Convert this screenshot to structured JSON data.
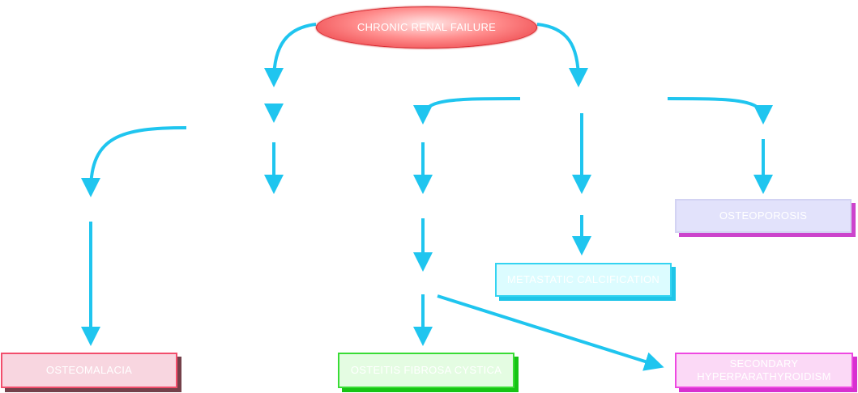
{
  "diagram": {
    "root": {
      "label": "CHRONIC RENAL FAILURE"
    },
    "nodes": {
      "osteoporosis": "OSTEOPOROSIS",
      "metastatic_calcification": "METASTATIC CALCIFICATION",
      "osteomalacia": "OSTEOMALACIA",
      "osteitis_fibrosa_cystica": "OSTEITIS FIBROSA CYSTICA",
      "secondary_hyperparathyroidism": "SECONDARY HYPERPARATHYROIDISM"
    },
    "colors": {
      "arrow": "#1fc5ef",
      "root_fill": "#ff8c8c",
      "osteoporosis": "#e2e2fb",
      "metastatic": "#dcfcff",
      "osteomalacia": "#f8d6e0",
      "osteitis": "#e4fce2",
      "secondary": "#fbd9f6"
    }
  }
}
